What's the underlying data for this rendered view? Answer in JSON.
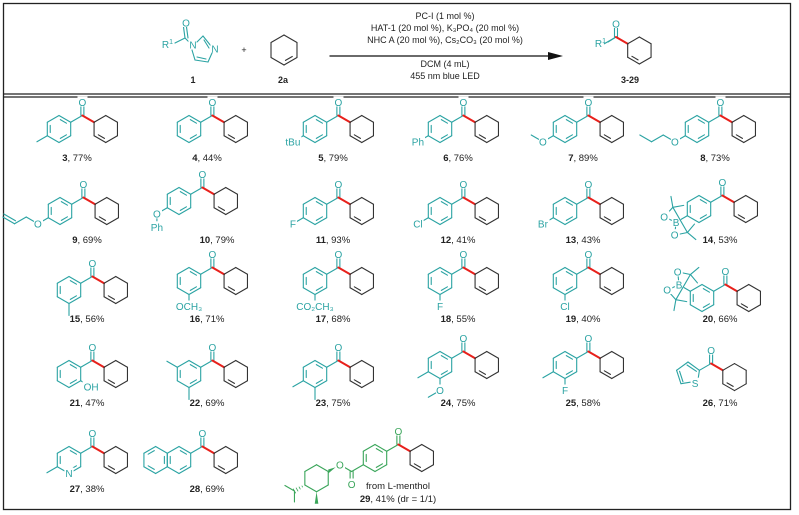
{
  "colors": {
    "aryl": "#2ba3a3",
    "menthol": "#3aa55a",
    "new_bond": "#e8201b",
    "ring": "#333333"
  },
  "header": {
    "reactant1": {
      "label": "1",
      "r_group": "R",
      "r_sup": "1",
      "carbonyl_o": "O",
      "n1": "N",
      "n2": "N"
    },
    "plus": "+",
    "reactant2": {
      "label": "2a"
    },
    "conditions_above": [
      "PC-I (1 mol %)",
      "HAT-1 (20 mol %), K₃PO₄ (20 mol %)",
      "NHC A (20 mol %), Cs₂CO₃ (20 mol %)"
    ],
    "conditions_below": [
      "DCM (4 mL)",
      "455 nm blue LED"
    ],
    "product": {
      "label": "3-29",
      "r_group": "R",
      "r_sup": "1",
      "carbonyl_o": "O"
    }
  },
  "compounds": [
    {
      "id": "3",
      "yield": "77%",
      "substituents": []
    },
    {
      "id": "4",
      "yield": "44%",
      "substituents": []
    },
    {
      "id": "5",
      "yield": "79%",
      "substituents": [
        "tBu"
      ]
    },
    {
      "id": "6",
      "yield": "76%",
      "substituents": [
        "Ph"
      ]
    },
    {
      "id": "7",
      "yield": "89%",
      "substituents": [
        "O"
      ]
    },
    {
      "id": "8",
      "yield": "73%",
      "substituents": [
        "O"
      ]
    },
    {
      "id": "9",
      "yield": "69%",
      "substituents": [
        "O"
      ]
    },
    {
      "id": "10",
      "yield": "79%",
      "substituents": [
        "O",
        "Ph"
      ]
    },
    {
      "id": "11",
      "yield": "93%",
      "substituents": [
        "F"
      ]
    },
    {
      "id": "12",
      "yield": "41%",
      "substituents": [
        "Cl"
      ]
    },
    {
      "id": "13",
      "yield": "43%",
      "substituents": [
        "Br"
      ]
    },
    {
      "id": "14",
      "yield": "53%",
      "substituents": [
        "B",
        "O",
        "O"
      ]
    },
    {
      "id": "15",
      "yield": "56%",
      "substituents": []
    },
    {
      "id": "16",
      "yield": "71%",
      "substituents": [
        "OCH₃"
      ]
    },
    {
      "id": "17",
      "yield": "68%",
      "substituents": [
        "CO₂CH₃"
      ]
    },
    {
      "id": "18",
      "yield": "55%",
      "substituents": [
        "F"
      ]
    },
    {
      "id": "19",
      "yield": "40%",
      "substituents": [
        "Cl"
      ]
    },
    {
      "id": "20",
      "yield": "66%",
      "substituents": [
        "B",
        "O",
        "O"
      ]
    },
    {
      "id": "21",
      "yield": "47%",
      "substituents": [
        "OH"
      ]
    },
    {
      "id": "22",
      "yield": "69%",
      "substituents": []
    },
    {
      "id": "23",
      "yield": "75%",
      "substituents": []
    },
    {
      "id": "24",
      "yield": "75%",
      "substituents": [
        "O"
      ]
    },
    {
      "id": "25",
      "yield": "58%",
      "substituents": [
        "F"
      ]
    },
    {
      "id": "26",
      "yield": "71%",
      "substituents": [
        "S"
      ]
    },
    {
      "id": "27",
      "yield": "38%",
      "substituents": [
        "N"
      ]
    },
    {
      "id": "28",
      "yield": "69%",
      "substituents": []
    },
    {
      "id": "29",
      "yield": "41%",
      "extra": " (dr = 1/1)",
      "note": "from L-menthol",
      "substituents": [
        "O",
        "O"
      ]
    }
  ]
}
